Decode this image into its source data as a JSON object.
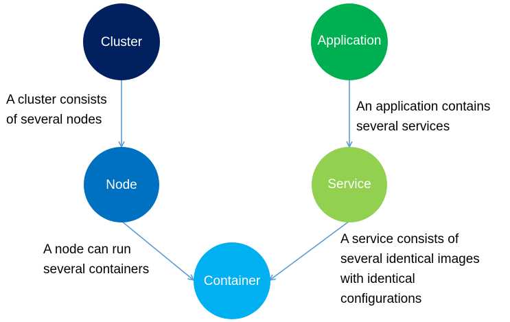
{
  "nodes": {
    "cluster": {
      "label": "Cluster",
      "color": "#002060"
    },
    "application": {
      "label": "Application",
      "color": "#00b050"
    },
    "node": {
      "label": "Node",
      "color": "#0070c0"
    },
    "service": {
      "label": "Service",
      "color": "#92d050"
    },
    "container": {
      "label": "Container",
      "color": "#00b0f0"
    }
  },
  "edges": {
    "cluster_node": {
      "lines": [
        "A cluster consists",
        "of several nodes"
      ]
    },
    "application_service": {
      "lines": [
        "An application contains",
        "several services"
      ]
    },
    "node_container": {
      "lines": [
        "A node can run",
        "several containers"
      ]
    },
    "service_container": {
      "lines": [
        "A service consists of",
        "several identical images",
        "with identical",
        "configurations"
      ]
    }
  },
  "colors": {
    "connector": "#5b9bd5"
  }
}
